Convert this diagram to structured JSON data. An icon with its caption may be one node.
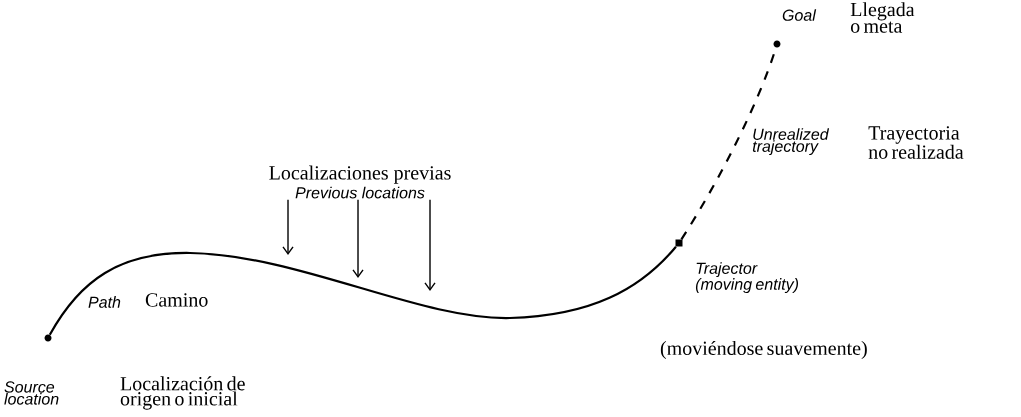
{
  "diagram": {
    "nodes": [
      {
        "text": [],
        "shape": "circle",
        "beside": [
          "Source location",
          "Localización de origen o inicial"
        ]
      },
      {
        "text": [],
        "shape": "box",
        "beside": [
          "Trajector (moving entity)",
          "(moviéndose suavemente)"
        ]
      },
      {
        "text": [],
        "shape": "circle",
        "beside": [
          "Goal",
          "Llegada o meta"
        ]
      },
      {
        "text": [
          "Localizaciones previas",
          "Previous locations"
        ]
      }
    ],
    "edges": [
      {
        "from": 0,
        "to": 1,
        "arrow": "none"
      },
      {
        "from": 1,
        "to": 2,
        "arrow": "none",
        "style": "dashed"
      },
      {
        "from": 3,
        "to": null,
        "arrow": "to"
      },
      {
        "from": 3,
        "to": null,
        "arrow": "to"
      },
      {
        "from": 3,
        "to": null,
        "arrow": "to"
      }
    ],
    "labels": [
      "Path",
      "Camino",
      "Unrealized trajectory",
      "Trayectoria no realizada"
    ]
  }
}
